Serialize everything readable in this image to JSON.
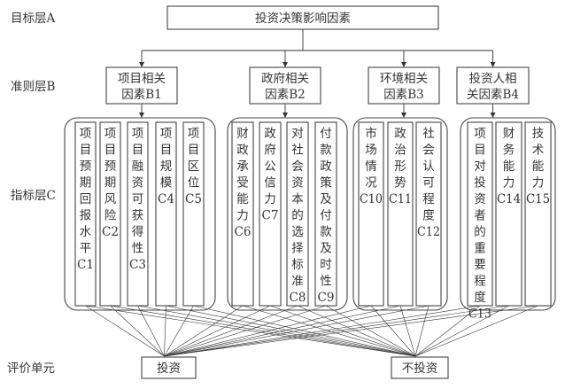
{
  "layers": {
    "goal": "目标层A",
    "criteria": "准则层B",
    "indicator": "指标层C",
    "evaluation": "评价单元"
  },
  "goal": {
    "label": "投资决策影响因素"
  },
  "criteria": [
    {
      "id": "B1",
      "lines": [
        "项目相关",
        "因素B1"
      ]
    },
    {
      "id": "B2",
      "lines": [
        "政府相关",
        "因素B2"
      ]
    },
    {
      "id": "B3",
      "lines": [
        "环境相关",
        "因素B3"
      ]
    },
    {
      "id": "B4",
      "lines": [
        "投资人相",
        "关因素B4"
      ]
    }
  ],
  "indicators": [
    {
      "id": "C1",
      "group": 0,
      "text": "项目预期回报水平"
    },
    {
      "id": "C2",
      "group": 0,
      "text": "项目预期风险"
    },
    {
      "id": "C3",
      "group": 0,
      "text": "项目融资可获得性"
    },
    {
      "id": "C4",
      "group": 0,
      "text": "项目规模"
    },
    {
      "id": "C5",
      "group": 0,
      "text": "项目区位"
    },
    {
      "id": "C6",
      "group": 1,
      "text": "财政承受能力"
    },
    {
      "id": "C7",
      "group": 1,
      "text": "政府公信力"
    },
    {
      "id": "C8",
      "group": 1,
      "text": "对社会资本的选择标准"
    },
    {
      "id": "C9",
      "group": 1,
      "text": "付款政策及付款及时性"
    },
    {
      "id": "C10",
      "group": 2,
      "text": "市场情况"
    },
    {
      "id": "C11",
      "group": 2,
      "text": "政治形势"
    },
    {
      "id": "C12",
      "group": 2,
      "text": "社会认可程度"
    },
    {
      "id": "C13",
      "group": 3,
      "text": "项目对投资者的重要程度"
    },
    {
      "id": "C14",
      "group": 3,
      "text": "财务能力"
    },
    {
      "id": "C15",
      "group": 3,
      "text": "技术能力"
    }
  ],
  "alternatives": [
    {
      "label": "投资"
    },
    {
      "label": "不投资"
    }
  ]
}
